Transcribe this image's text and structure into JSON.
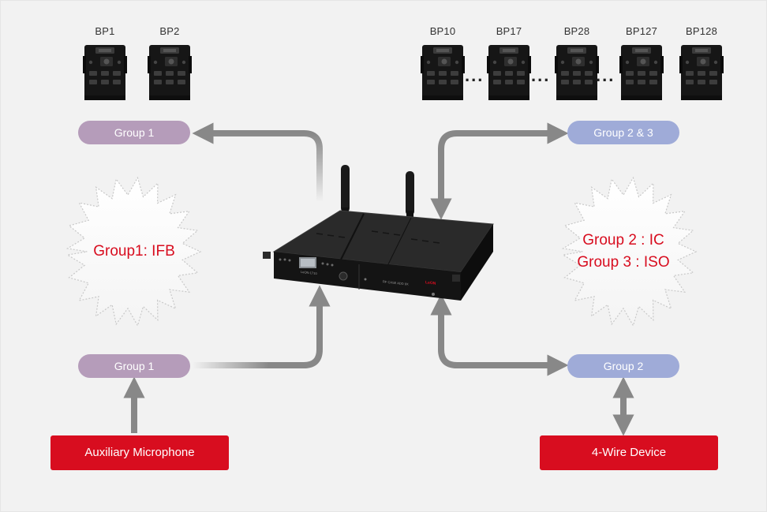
{
  "belt_packs": {
    "left": [
      {
        "label": "BP1"
      },
      {
        "label": "BP2"
      }
    ],
    "right": [
      {
        "label": "BP10"
      },
      {
        "label": "BP17"
      },
      {
        "label": "BP28"
      },
      {
        "label": "BP127"
      },
      {
        "label": "BP128"
      }
    ],
    "separator": "..."
  },
  "pills": {
    "top_left": "Group 1",
    "top_right": "Group 2 & 3",
    "bottom_left": "Group 1",
    "bottom_right": "Group 2"
  },
  "bursts": {
    "left_line1": "Group1: IFB",
    "right_line1": "Group 2 : IC",
    "right_line2": "Group 3 : ISO"
  },
  "boxes": {
    "left": "Auxiliary Microphone",
    "right": "4-Wire Device"
  },
  "device": {
    "brand": "LeON",
    "panel_text": "LeON-1710",
    "model_text": "RF CASE ADD 9X"
  },
  "colors": {
    "background": "#f2f2f2",
    "arrow": "#888888",
    "purple_pill": "#b59cba",
    "blue_pill": "#9fabd8",
    "accent_red": "#d80d1f",
    "device_body": "#1a1a1a"
  }
}
